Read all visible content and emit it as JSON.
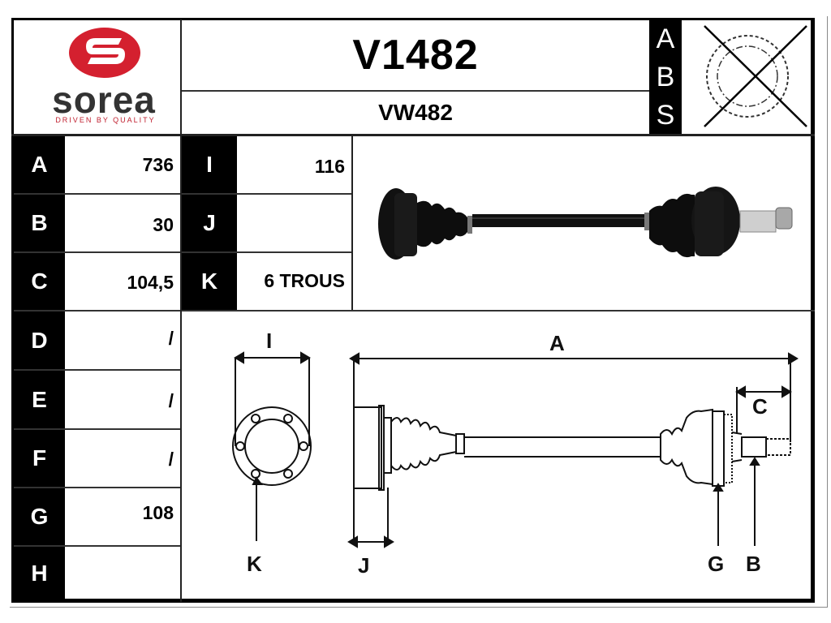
{
  "brand": {
    "name": "sorea",
    "tagline": "DRIVEN BY QUALITY",
    "logo_color": "#d4202f",
    "text_color": "#333333"
  },
  "header": {
    "part_number": "V1482",
    "reference": "VW482",
    "abs_letters": [
      "A",
      "B",
      "S"
    ],
    "abs_status_icon": "abs-ring-crossed-out-icon"
  },
  "specs_left": [
    {
      "label": "A",
      "value": "736"
    },
    {
      "label": "B",
      "value": "30"
    },
    {
      "label": "C",
      "value": "104,5"
    },
    {
      "label": "D",
      "value": "/"
    },
    {
      "label": "E",
      "value": "/"
    },
    {
      "label": "F",
      "value": "/"
    },
    {
      "label": "G",
      "value": "108"
    },
    {
      "label": "H",
      "value": ""
    }
  ],
  "specs_right": [
    {
      "label": "I",
      "value": "116"
    },
    {
      "label": "J",
      "value": ""
    },
    {
      "label": "K",
      "value": "6 TROUS"
    }
  ],
  "photo": {
    "subject": "drive-shaft-photo"
  },
  "diagram": {
    "labels": {
      "I": "I",
      "K": "K",
      "J": "J",
      "A": "A",
      "C": "C",
      "G": "G",
      "B": "B"
    }
  }
}
